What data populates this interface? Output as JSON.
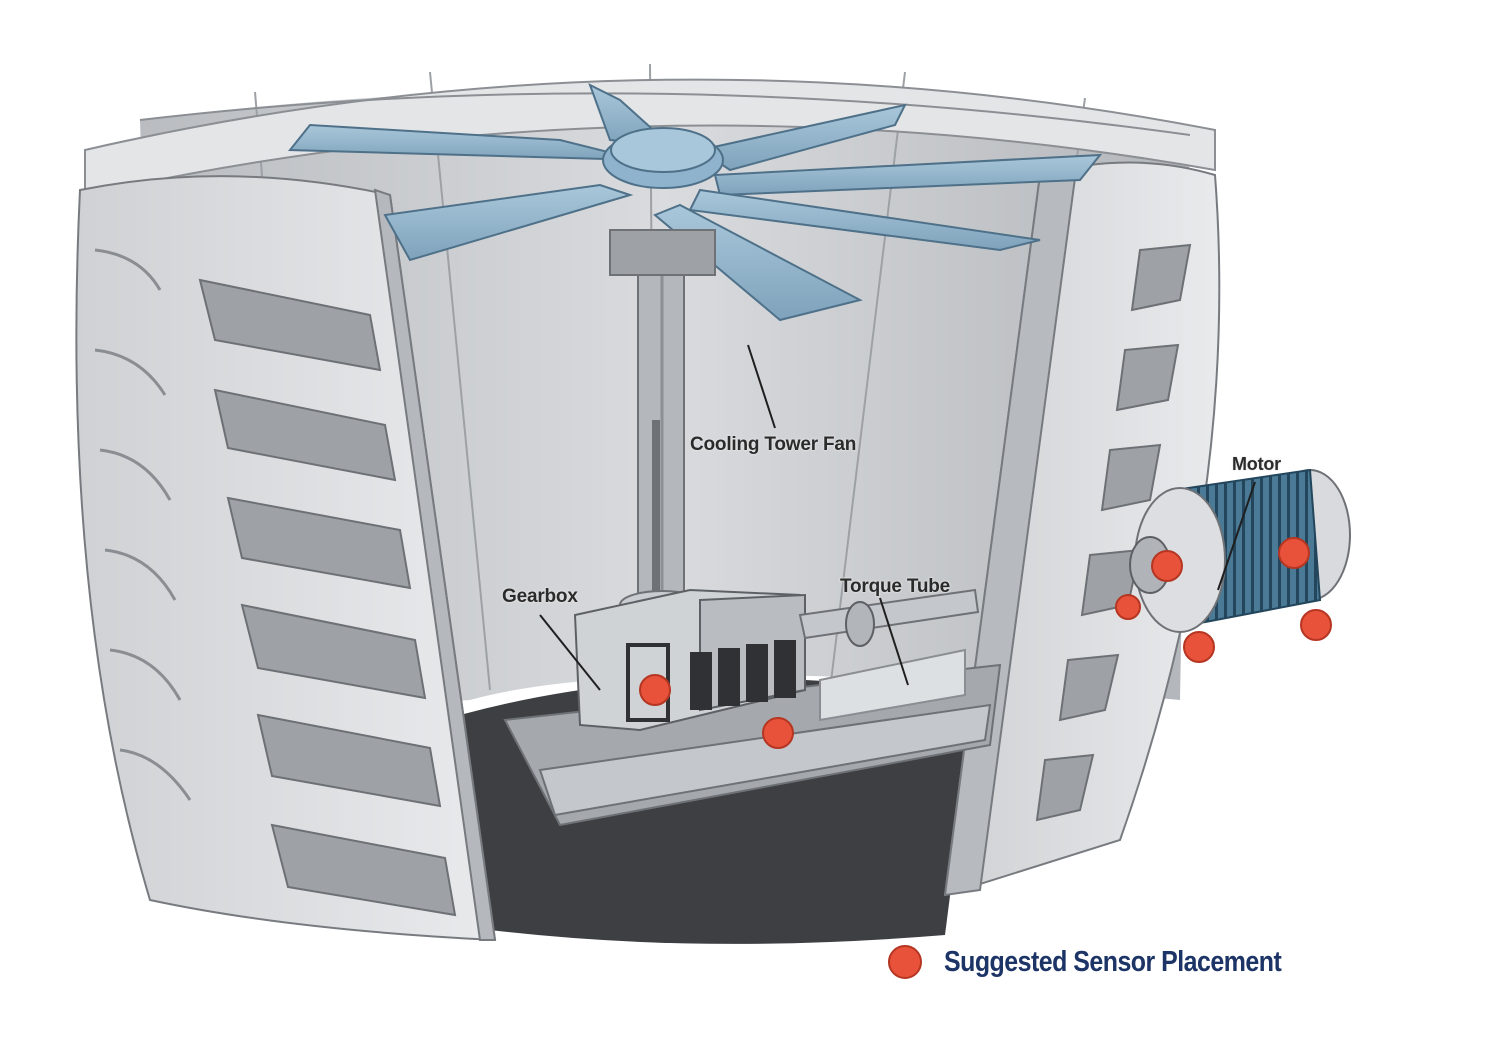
{
  "diagram": {
    "labels": {
      "cooling_tower_fan": "Cooling Tower Fan",
      "gearbox": "Gearbox",
      "torque_tube": "Torque Tube",
      "motor": "Motor"
    },
    "legend": {
      "text": "Suggested Sensor Placement",
      "marker_color": "#e8523a"
    },
    "sensor_markers": [
      {
        "component": "gearbox"
      },
      {
        "component": "gearbox-base"
      },
      {
        "component": "motor-coupling"
      },
      {
        "component": "motor-coupling-lower"
      },
      {
        "component": "motor-housing"
      },
      {
        "component": "motor-base-left"
      },
      {
        "component": "motor-base-right"
      }
    ],
    "colors": {
      "structure": "#d7d9dc",
      "fan_blade": "#8fb3cc",
      "motor_body": "#3f6f8c",
      "floor": "#3d3f42",
      "label_text": "#2b2b2b",
      "legend_text": "#1d3566"
    }
  }
}
